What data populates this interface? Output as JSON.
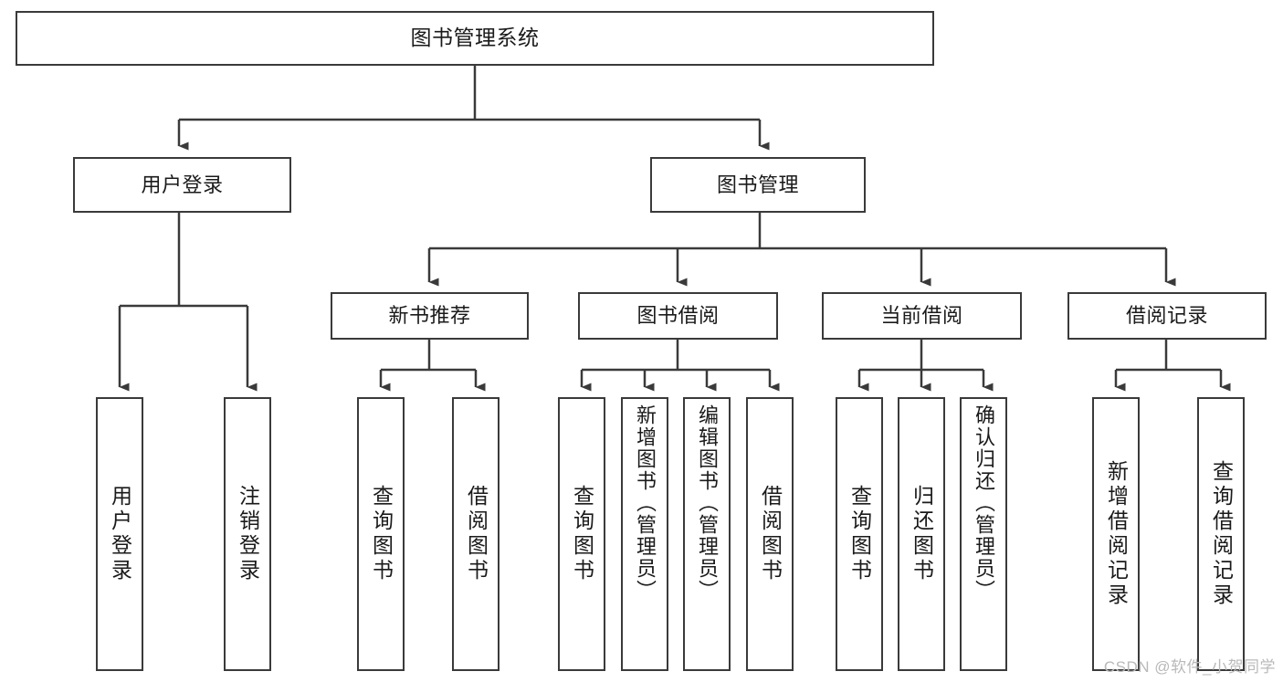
{
  "diagram": {
    "type": "tree-hierarchy-flowchart",
    "title": "图书管理系统",
    "colors": {
      "stroke": "#3a3a3a",
      "fill": "#ffffff",
      "text": "#1a1a1a",
      "watermark": "#b9b9b9"
    },
    "nodes": {
      "root": {
        "label": "图书管理系统",
        "orientation": "horizontal"
      },
      "level2": [
        {
          "id": "user-login",
          "label": "用户登录",
          "orientation": "horizontal"
        },
        {
          "id": "book-manage",
          "label": "图书管理",
          "orientation": "horizontal"
        }
      ],
      "level3": [
        {
          "id": "new-book-recommend",
          "label": "新书推荐",
          "orientation": "horizontal"
        },
        {
          "id": "book-borrow",
          "label": "图书借阅",
          "orientation": "horizontal"
        },
        {
          "id": "current-borrow",
          "label": "当前借阅",
          "orientation": "horizontal"
        },
        {
          "id": "borrow-record",
          "label": "借阅记录",
          "orientation": "horizontal"
        }
      ],
      "leaves": [
        {
          "id": "leaf-user-login",
          "label": "用户登录",
          "parent": "user-login",
          "orientation": "vertical"
        },
        {
          "id": "leaf-user-logout",
          "label": "注销登录",
          "parent": "user-login",
          "orientation": "vertical"
        },
        {
          "id": "leaf-query-book-1",
          "label": "查询图书",
          "parent": "new-book-recommend",
          "orientation": "vertical"
        },
        {
          "id": "leaf-borrow-book-1",
          "label": "借阅图书",
          "parent": "new-book-recommend",
          "orientation": "vertical"
        },
        {
          "id": "leaf-query-book-2",
          "label": "查询图书",
          "parent": "book-borrow",
          "orientation": "vertical"
        },
        {
          "id": "leaf-add-book",
          "label": "新增图书（管理员）",
          "parent": "book-borrow",
          "orientation": "vertical"
        },
        {
          "id": "leaf-edit-book",
          "label": "编辑图书（管理员）",
          "parent": "book-borrow",
          "orientation": "vertical"
        },
        {
          "id": "leaf-borrow-book-2",
          "label": "借阅图书",
          "parent": "book-borrow",
          "orientation": "vertical"
        },
        {
          "id": "leaf-query-book-3",
          "label": "查询图书",
          "parent": "current-borrow",
          "orientation": "vertical"
        },
        {
          "id": "leaf-return-book",
          "label": "归还图书",
          "parent": "current-borrow",
          "orientation": "vertical"
        },
        {
          "id": "leaf-confirm-return",
          "label": "确认归还（管理员）",
          "parent": "current-borrow",
          "orientation": "vertical"
        },
        {
          "id": "leaf-add-record",
          "label": "新增借阅记录",
          "parent": "borrow-record",
          "orientation": "vertical"
        },
        {
          "id": "leaf-query-record",
          "label": "查询借阅记录",
          "parent": "borrow-record",
          "orientation": "vertical"
        }
      ]
    },
    "watermark": "CSDN @软件_小贺同学"
  }
}
